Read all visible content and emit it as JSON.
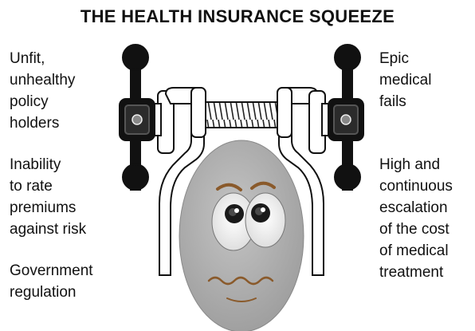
{
  "title": "THE HEALTH INSURANCE SQUEEZE",
  "left_labels": [
    {
      "lines": [
        "Unfit,",
        "unhealthy",
        "policy",
        "holders"
      ]
    },
    {
      "lines": [
        "Inability",
        "to rate",
        "premiums",
        "against risk"
      ]
    },
    {
      "lines": [
        "Government",
        "regulation"
      ]
    }
  ],
  "right_labels": [
    {
      "lines": [
        "Epic",
        "medical",
        "fails"
      ]
    },
    {
      "lines": [
        "High and",
        "continuous",
        "escalation",
        "of the cost",
        "of medical",
        "treatment"
      ]
    }
  ],
  "colors": {
    "egg_fill": "#a8a8a8",
    "clamp_fill": "#ffffff",
    "knob_fill": "#111111",
    "eyebrow": "#8a5a2b"
  },
  "icons": [
    "c-clamp",
    "worried-egg-face"
  ]
}
